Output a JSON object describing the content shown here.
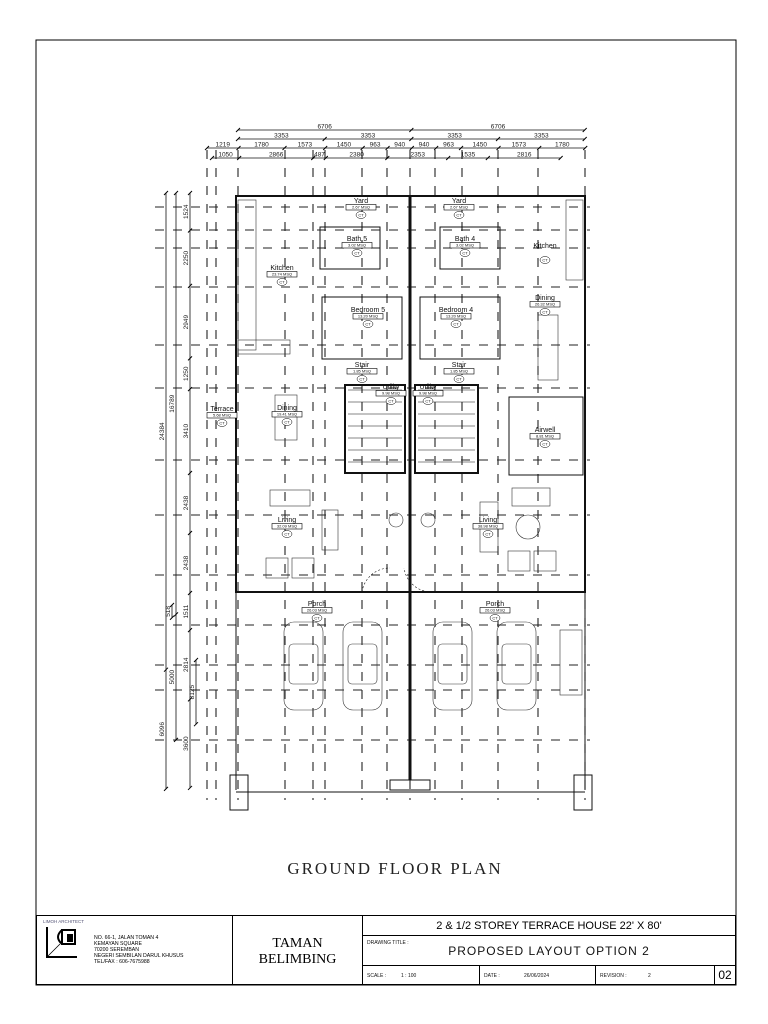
{
  "drawing": {
    "plan_title": "GROUND FLOOR PLAN",
    "rooms": [
      {
        "name": "Yard",
        "area": "2.67 MSQ"
      },
      {
        "name": "Yard",
        "area": "2.67 MSQ"
      },
      {
        "name": "Bath 5",
        "area": "3.02 MSQ"
      },
      {
        "name": "Bath 4",
        "area": "3.02 MSQ"
      },
      {
        "name": "Kitchen",
        "area": "23.74 MSQ"
      },
      {
        "name": "Kitchen",
        "area": ""
      },
      {
        "name": "Bedroom 5",
        "area": "13.20 MSQ"
      },
      {
        "name": "Bedroom 4",
        "area": "13.20 MSQ"
      },
      {
        "name": "Dining",
        "area": "26.32 MSQ"
      },
      {
        "name": "Stair",
        "area": "1.85 MSQ"
      },
      {
        "name": "Stair",
        "area": "1.85 MSQ"
      },
      {
        "name": "Utility",
        "area": "9.98 MSQ"
      },
      {
        "name": "Utility",
        "area": "9.98 MSQ"
      },
      {
        "name": "Terrace",
        "area": "5.68 MSQ"
      },
      {
        "name": "Dining",
        "area": "19.41 MSQ"
      },
      {
        "name": "Airwell",
        "area": "8.81 MSQ"
      },
      {
        "name": "Living",
        "area": "32.09 MSQ"
      },
      {
        "name": "Living",
        "area": "38.98 MSQ"
      },
      {
        "name": "Porch",
        "area": "26.03 MSQ"
      },
      {
        "name": "Porch",
        "area": "26.03 MSQ"
      }
    ],
    "ceiling_tag": "CT",
    "dimensions": {
      "top_row1": [
        "6706",
        "6706"
      ],
      "top_row2": [
        "3353",
        "3353",
        "3353",
        "3353"
      ],
      "top_row3": [
        "1219",
        "1780",
        "1573",
        "1450",
        "963",
        "940",
        "940",
        "963",
        "1450",
        "1573",
        "1780"
      ],
      "top_row4": [
        "1050",
        "2866",
        "487",
        "2380",
        "2353",
        "1535",
        "2816"
      ],
      "left_outer": [
        "24384",
        "6096"
      ],
      "left_outer_small": [
        "518"
      ],
      "left_mid": [
        "16789",
        "5000"
      ],
      "left_inner": [
        "1524",
        "2250",
        "2949",
        "1250",
        "3410",
        "2438",
        "2438",
        "1511",
        "2814",
        "3600"
      ],
      "left_inner_extra": [
        "8125"
      ]
    }
  },
  "title_block": {
    "architect_label": "LIMOH ARCHITECT",
    "address": [
      "NO. 66-1, JALAN TOMAN 4",
      "KEMAYAN SQUARE",
      "70200 SEREMBAN",
      "NEGERI SEMBILAN DARUL KHUSUS",
      "TEL/FAX : 606-7675988"
    ],
    "project": [
      "TAMAN",
      "BELIMBING"
    ],
    "house_type": "2 & 1/2 STOREY TERRACE HOUSE 22' X 80'",
    "drawing_title_label": "DRAWING TITLE :",
    "drawing_title": "PROPOSED LAYOUT OPTION 2",
    "scale_label": "SCALE :",
    "scale": "1 : 100",
    "date_label": "DATE :",
    "date": "26/06/2024",
    "revision_label": "REVISION :",
    "revision": "2",
    "sheet_number": "02"
  }
}
